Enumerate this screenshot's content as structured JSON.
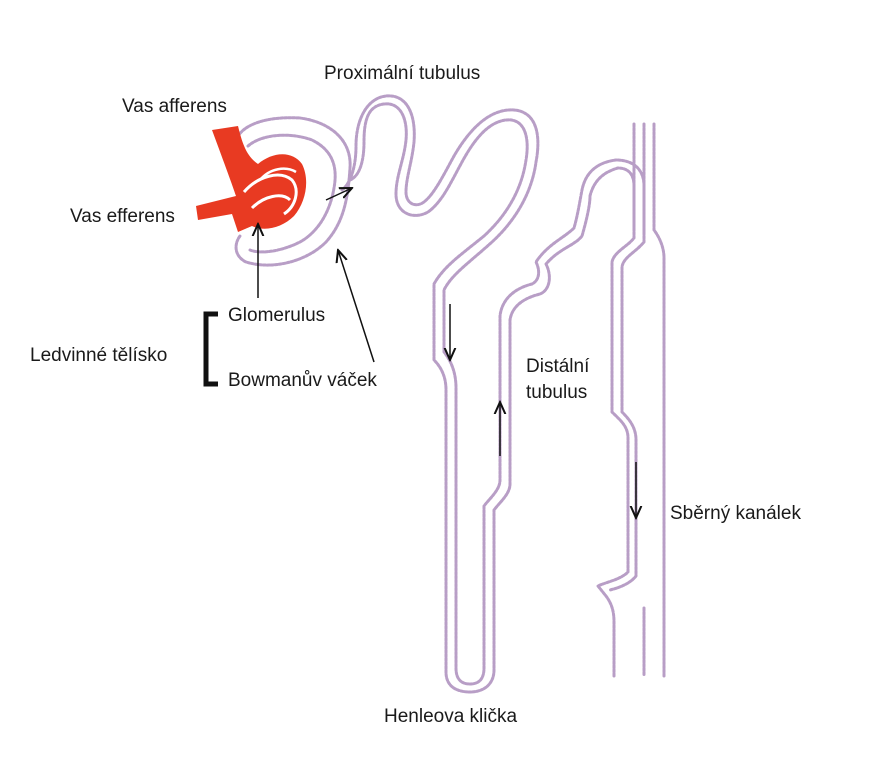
{
  "labels": {
    "proximal_tubule": "Proximální tubulus",
    "vas_afferens": "Vas afferens",
    "vas_efferens": "Vas efferens",
    "glomerulus": "Glomerulus",
    "renal_corpuscle": "Ledvinné tělísko",
    "bowman_capsule": "Bowmanův váček",
    "distal_tubule_1": "Distální",
    "distal_tubule_2": "tubulus",
    "collecting_duct": "Sběrný kanálek",
    "loop_of_henle": "Henleova klička"
  },
  "colors": {
    "tubule": "#b89ec6",
    "vessel": "#e83a22",
    "vessel_highlight": "#ffffff",
    "arrow": "#111111",
    "text": "#1a1a1a"
  }
}
